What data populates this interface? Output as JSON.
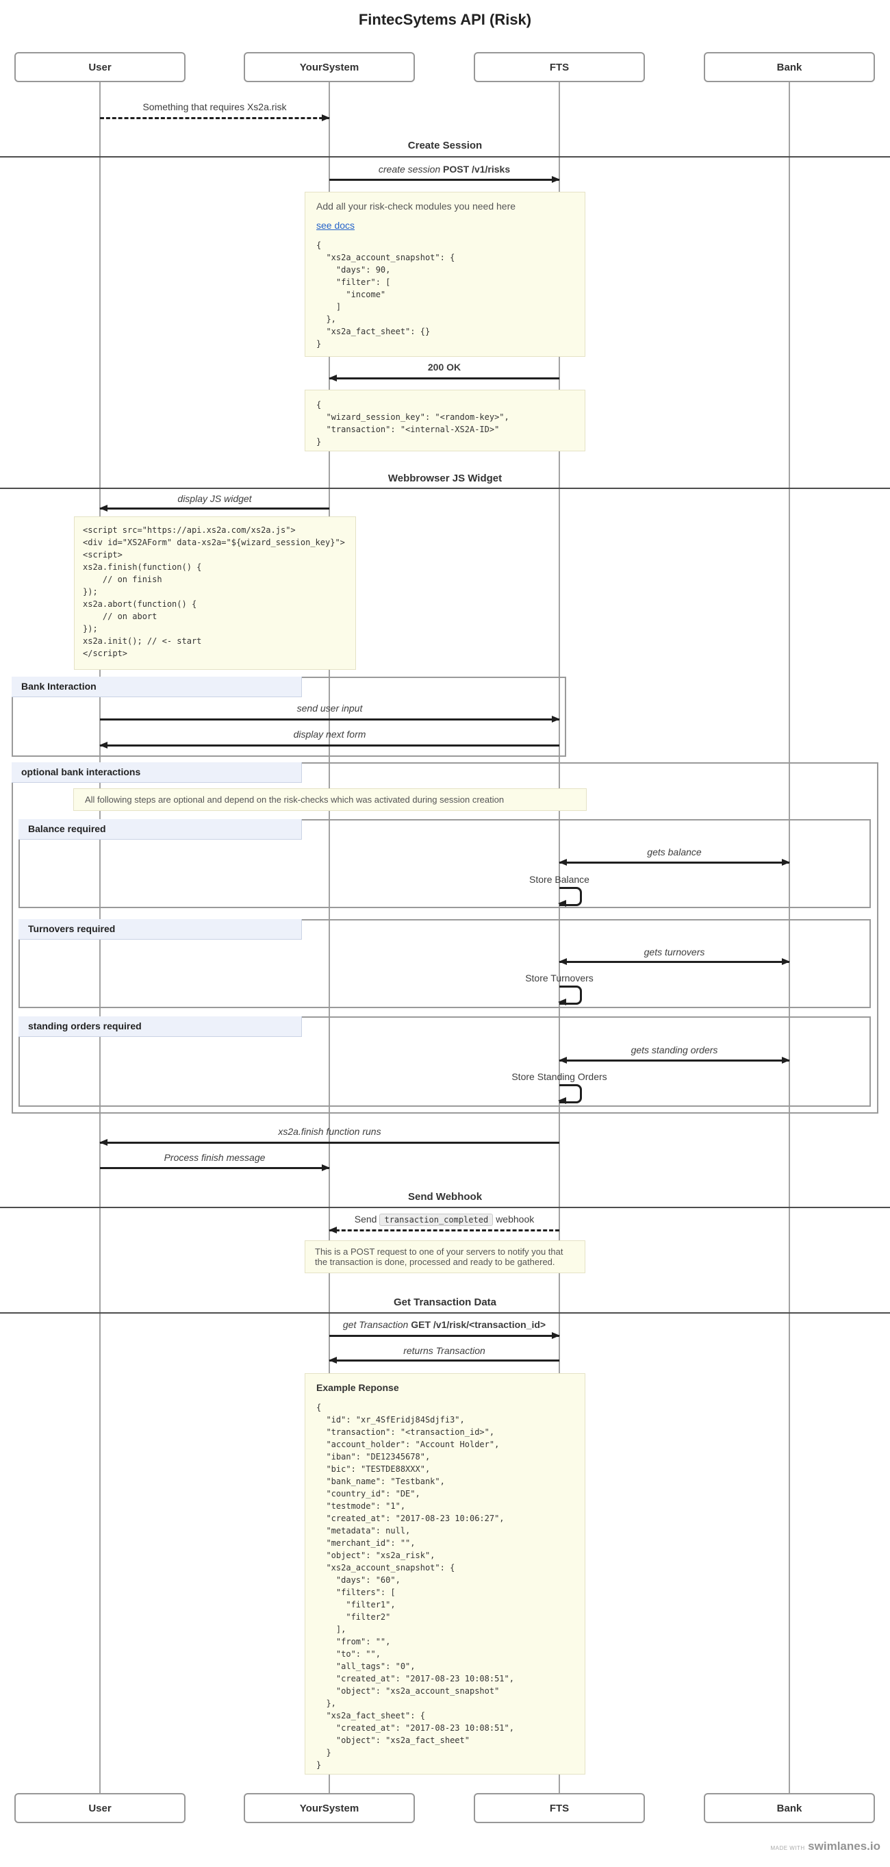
{
  "title": "FintecSytems API (Risk)",
  "actors": {
    "user": "User",
    "yoursystem": "YourSystem",
    "fts": "FTS",
    "bank": "Bank"
  },
  "sections": {
    "create_session": "Create Session",
    "js_widget": "Webbrowser JS Widget",
    "send_webhook": "Send Webhook",
    "get_transaction_data": "Get Transaction Data"
  },
  "messages": {
    "trigger": "Something that requires Xs2a.risk",
    "create_session_desc": "create session",
    "create_session_api": "POST /v1/risks",
    "create_session_response": "200 OK",
    "display_widget": "display JS widget",
    "send_user_input": "send user input",
    "display_next_form": "display next form",
    "gets_balance": "gets balance",
    "store_balance": "Store Balance",
    "gets_turnovers": "gets turnovers",
    "store_turnovers": "Store Turnovers",
    "gets_standing_orders": "gets standing orders",
    "store_standing_orders": "Store Standing Orders",
    "finish_runs": "xs2a.finish function runs",
    "process_finish": "Process finish message",
    "webhook_prefix": "Send",
    "webhook_code": "transaction_completed",
    "webhook_suffix": "webhook",
    "get_transaction_desc": "get Transaction",
    "get_transaction_api": "GET /v1/risk/<transaction_id>",
    "returns_transaction": "returns Transaction"
  },
  "groups": {
    "bank_interaction": "Bank Interaction",
    "optional": "optional bank interactions",
    "balance": "Balance required",
    "turnovers": "Turnovers required",
    "standing_orders": "standing orders required"
  },
  "notes": {
    "session_request_text": "Add all your risk-check modules you need here",
    "session_request_link": "see docs",
    "session_request_code": "{\n  \"xs2a_account_snapshot\": {\n    \"days\": 90,\n    \"filter\": [\n      \"income\"\n    ]\n  },\n  \"xs2a_fact_sheet\": {}\n}",
    "session_response_code": "{\n  \"wizard_session_key\": \"<random-key>\",\n  \"transaction\": \"<internal-XS2A-ID>\"\n}",
    "widget_code": "<script src=\"https://api.xs2a.com/xs2a.js\">\n<div id=\"XS2AForm\" data-xs2a=\"${wizard_session_key}\">\n<script>\nxs2a.finish(function() {\n    // on finish\n});\nxs2a.abort(function() {\n    // on abort\n});\nxs2a.init(); // <- start\n</script>",
    "optional_info": "All following steps are optional and depend on the risk-checks which was activated during session creation",
    "webhook_info": "This is a POST request to one of your servers to notify you that the transaction is done, processed and ready to be gathered.",
    "example_response_title": "Example Reponse",
    "example_response_code": "{\n  \"id\": \"xr_4SfEridj84Sdjfi3\",\n  \"transaction\": \"<transaction_id>\",\n  \"account_holder\": \"Account Holder\",\n  \"iban\": \"DE12345678\",\n  \"bic\": \"TESTDE88XXX\",\n  \"bank_name\": \"Testbank\",\n  \"country_id\": \"DE\",\n  \"testmode\": \"1\",\n  \"created_at\": \"2017-08-23 10:06:27\",\n  \"metadata\": null,\n  \"merchant_id\": \"\",\n  \"object\": \"xs2a_risk\",\n  \"xs2a_account_snapshot\": {\n    \"days\": \"60\",\n    \"filters\": [\n      \"filter1\",\n      \"filter2\"\n    ],\n    \"from\": \"\",\n    \"to\": \"\",\n    \"all_tags\": \"0\",\n    \"created_at\": \"2017-08-23 10:08:51\",\n    \"object\": \"xs2a_account_snapshot\"\n  },\n  \"xs2a_fact_sheet\": {\n    \"created_at\": \"2017-08-23 10:08:51\",\n    \"object\": \"xs2a_fact_sheet\"\n  }\n}"
  },
  "credit": {
    "prefix": "MADE WITH",
    "brand": "swimlanes.io"
  },
  "colors": {
    "note_bg": "#fcfce9",
    "note_border": "#e5e2c5",
    "group_label_bg": "#edf1fa",
    "link": "#2563c9",
    "arrow": "#1f1f1f",
    "lifeline": "#a3a3a3"
  }
}
